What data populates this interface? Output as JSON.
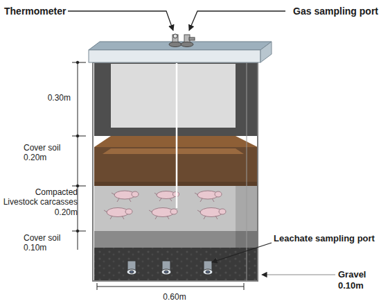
{
  "diagram": {
    "labels": [
      "Thermometer",
      "Gas sampling port",
      "0.30m",
      "Cover soil 0.20m",
      "Compacted Livestock carcasses 0.20m",
      "Cover soil 0.10m",
      "Leachate sampling port",
      "Gravel 0.10m",
      "0.60m"
    ]
  }
}
